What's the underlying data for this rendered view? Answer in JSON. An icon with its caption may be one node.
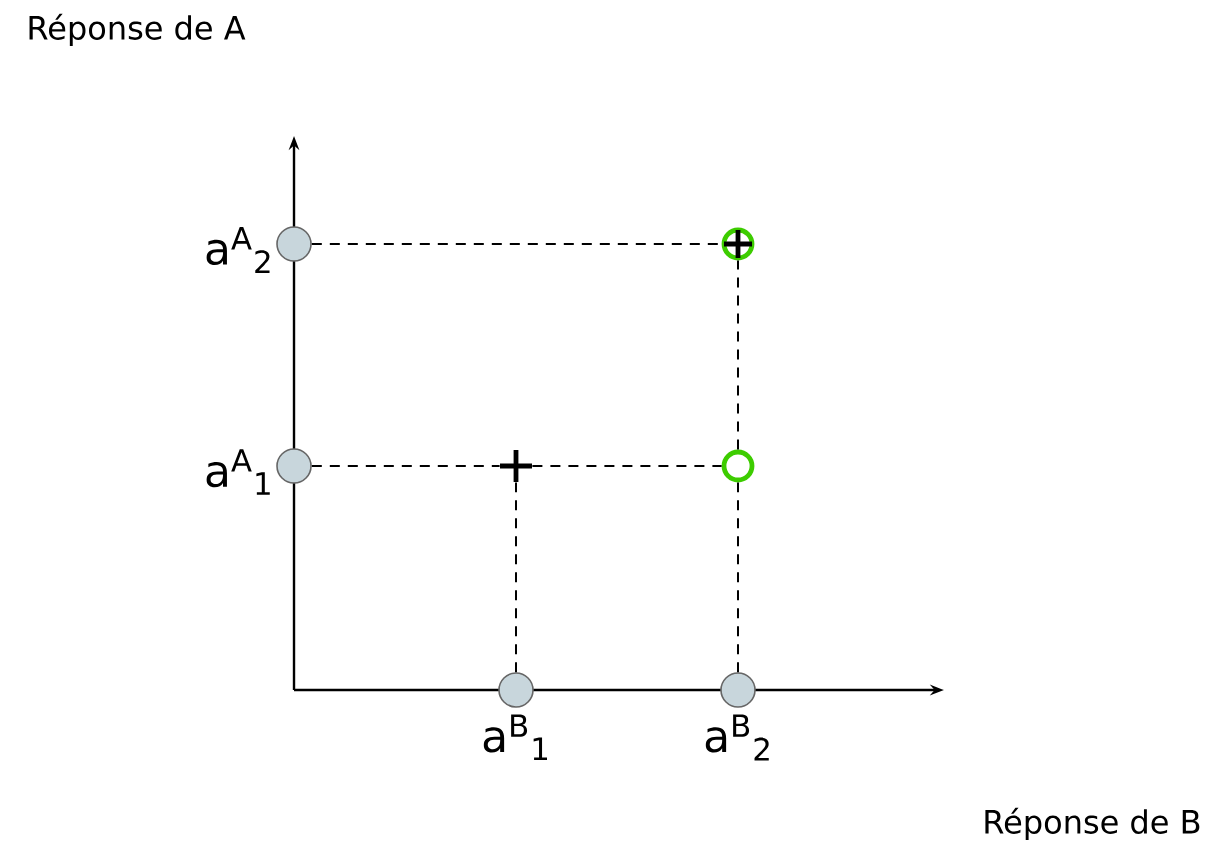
{
  "diagram": {
    "nodes": [
      {
        "text": [],
        "shape": "circle",
        "beside": [
          "a$^{A}$$_{2}$"
        ]
      },
      {
        "text": [],
        "shape": "circle",
        "beside": [
          "a$^{A}$$_{1}$"
        ]
      },
      {
        "text": [],
        "shape": "circle",
        "beside": [
          "a$^{B}$$_{1}$"
        ]
      },
      {
        "text": [],
        "shape": "circle",
        "beside": [
          "a$^{B}$$_{2}$"
        ]
      },
      {
        "text": [],
        "shape": "cross"
      },
      {
        "text": [],
        "shape": "circle"
      },
      {
        "text": [],
        "shape": "circle"
      }
    ],
    "edges": [
      {
        "from": 0,
        "to": 5,
        "arrow": "none",
        "style": "dashed"
      },
      {
        "from": 1,
        "to": 4,
        "arrow": "none",
        "style": "dashed"
      },
      {
        "from": 4,
        "to": 6,
        "arrow": "none",
        "style": "dashed"
      },
      {
        "from": 2,
        "to": 4,
        "arrow": "none",
        "style": "dashed"
      },
      {
        "from": 3,
        "to": 6,
        "arrow": "none",
        "style": "dashed"
      },
      {
        "from": 6,
        "to": 5,
        "arrow": "none",
        "style": "dashed"
      }
    ],
    "labels": [
      "Réponse de A",
      "Réponse de B"
    ]
  }
}
